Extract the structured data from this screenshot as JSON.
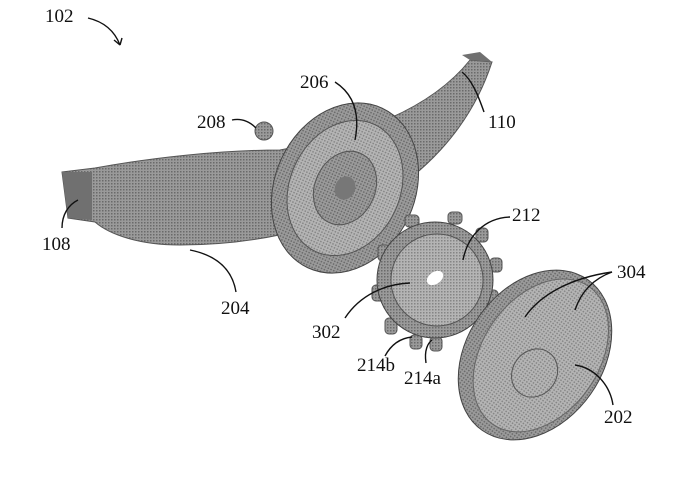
{
  "figure": {
    "labels": {
      "assembly": "102",
      "disc": "206",
      "screw": "208",
      "band_end_right": "110",
      "band_end_left": "108",
      "band": "204",
      "ring": "212",
      "cap_segments": "304",
      "ring_face": "302",
      "tab_b": "214b",
      "tab_a": "214a",
      "cap": "202"
    }
  }
}
